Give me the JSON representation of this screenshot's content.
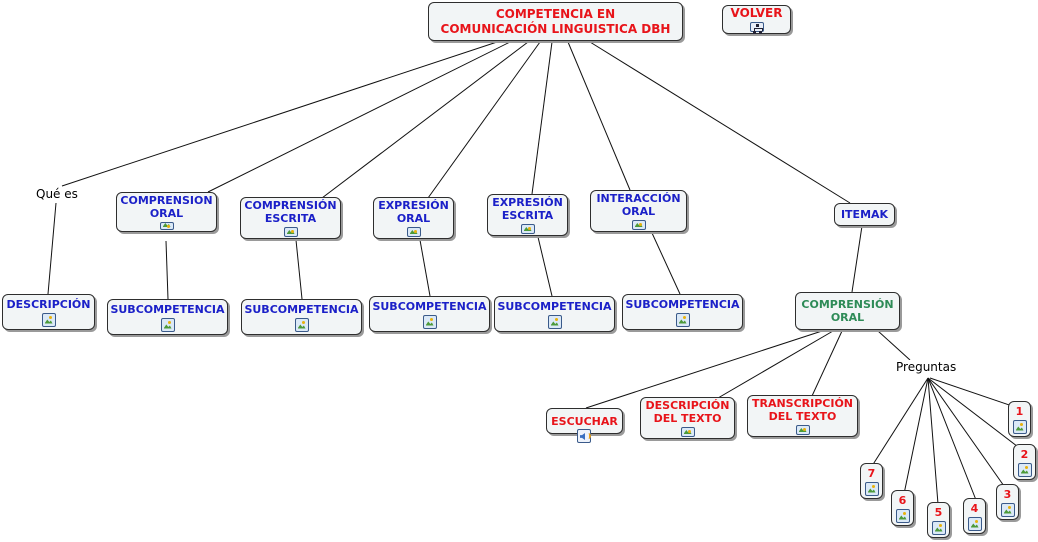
{
  "map": {
    "root": "COMPETENCIA EN\nCOMUNICACIÓN LINGUISTICA DBH",
    "volver": "VOLVER",
    "que_es": "Qué es",
    "descripcion": "DESCRIPCIÓN",
    "branches": [
      "COMPRENSION\nORAL",
      "COMPRENSIÓN\nESCRITA",
      "EXPRESIÓN\nORAL",
      "EXPRESIÓN\nESCRITA",
      "INTERACCIÓN\nORAL"
    ],
    "subcompetencia": "SUBCOMPETENCIA",
    "itemak": "ITEMAK",
    "comprension_oral": "COMPRENSIÓN\nORAL",
    "escuchar": "ESCUCHAR",
    "descripcion_texto": "DESCRIPCIÓN\nDEL TEXTO",
    "transcripcion": "TRANSCRIPCIÓN\nDEL TEXTO",
    "preguntas": "Preguntas",
    "numbers": [
      "1",
      "2",
      "3",
      "4",
      "5",
      "6",
      "7"
    ]
  },
  "colors": {
    "link_blue": "#1b20c8",
    "title_red": "#e8141a",
    "accent_green": "#2e8b57"
  }
}
